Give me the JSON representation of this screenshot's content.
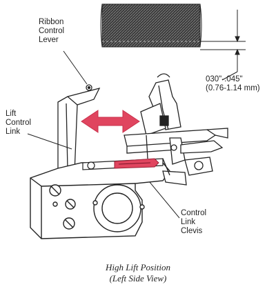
{
  "labels": {
    "ribbon_control_lever": [
      "Ribbon",
      "Control",
      "Lever"
    ],
    "lift_control_link": [
      "Lift",
      "Control",
      "Link"
    ],
    "gap": [
      "030\"-.045\"",
      "(0.76-1.14 mm)"
    ],
    "control_link_clevis": [
      "Control",
      "Link",
      "Clevis"
    ]
  },
  "caption": {
    "line1": "High Lift Position",
    "line2": "(Left Side View)"
  },
  "colors": {
    "ink": "#2a2a2a",
    "highlight": "#e0455f",
    "ribbon_fill": "#3c3c3c"
  }
}
